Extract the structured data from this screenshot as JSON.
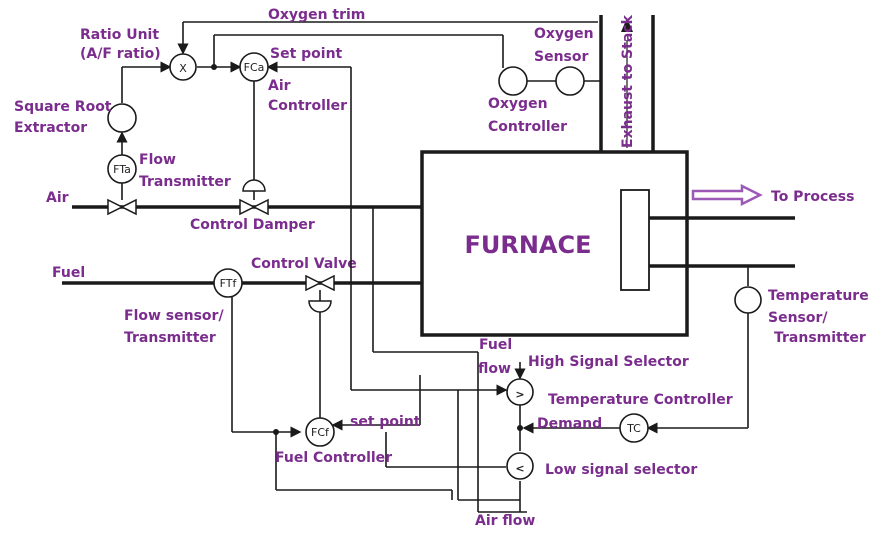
{
  "labels": {
    "oxygen_trim": "Oxygen trim",
    "ratio_unit_1": "Ratio Unit",
    "ratio_unit_2": "(A/F ratio)",
    "set_point_air": "Set point",
    "air_controller_1": "Air",
    "air_controller_2": "Controller",
    "oxygen_sensor_1": "Oxygen",
    "oxygen_sensor_2": "Sensor",
    "oxygen_controller_1": "Oxygen",
    "oxygen_controller_2": "Controller",
    "exhaust": "Exhaust to Stack",
    "square_root_1": "Square Root",
    "square_root_2": "Extractor",
    "flow_transmitter_1": "Flow",
    "flow_transmitter_2": "Transmitter",
    "air": "Air",
    "control_damper": "Control Damper",
    "furnace": "FURNACE",
    "to_process": "To Process",
    "fuel": "Fuel",
    "control_valve": "Control Valve",
    "flow_sensor_1": "Flow sensor/",
    "flow_sensor_2": "Transmitter",
    "temp_sensor_1": "Temperature",
    "temp_sensor_2": "Sensor/",
    "temp_sensor_3": "Transmitter",
    "fuel_flow_1": "Fuel",
    "fuel_flow_2": "flow",
    "high_signal_selector": "High Signal Selector",
    "temperature_controller": "Temperature Controller",
    "demand": "Demand",
    "set_point_fuel": "set point",
    "fuel_controller": "Fuel Controller",
    "low_signal_selector": "Low signal selector",
    "air_flow": "Air flow"
  },
  "instruments": {
    "multiplier": "X",
    "air_fc": "FCa",
    "flow_transmitter_air": "FTa",
    "flow_transmitter_fuel": "FTf",
    "fuel_fc": "FCf",
    "temp_controller": "TC",
    "high_selector": ">",
    "low_selector": "<"
  },
  "colors": {
    "label": "#7b2d8e",
    "line": "#1a1a1a",
    "arrow": "#9b59b6"
  }
}
